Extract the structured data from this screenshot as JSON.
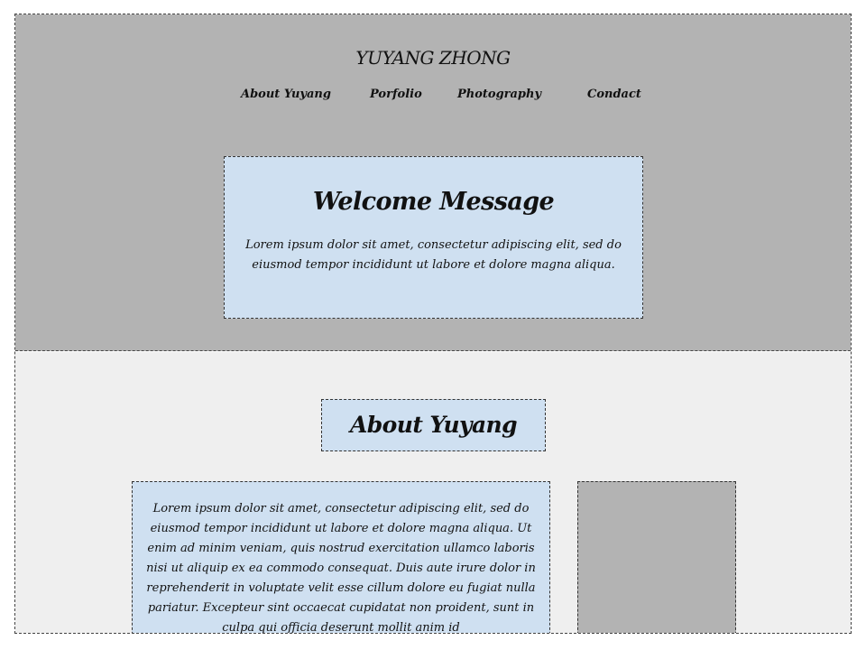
{
  "header": {
    "site_title": "YUYANG ZHONG"
  },
  "nav": {
    "items": [
      {
        "label": "About Yuyang"
      },
      {
        "label": "Porfolio"
      },
      {
        "label": "Photography"
      },
      {
        "label": "Condact"
      }
    ]
  },
  "welcome": {
    "title": "Welcome Message",
    "text": "Lorem ipsum dolor sit amet, consectetur adipiscing elit, sed do eiusmod tempor incididunt ut labore et dolore magna aliqua."
  },
  "about": {
    "heading": "About Yuyang",
    "text": "Lorem ipsum dolor sit amet, consectetur adipiscing elit, sed do eiusmod tempor incididunt ut labore et dolore magna aliqua. Ut enim ad minim veniam, quis nostrud exercitation ullamco laboris nisi ut aliquip ex ea commodo consequat. Duis aute irure dolor in reprehenderit in voluptate velit esse cillum dolore eu fugiat nulla pariatur. Excepteur sint occaecat cupidatat non proident, sunt in culpa qui officia deserunt mollit anim id"
  },
  "colors": {
    "hero_background": "#b3b3b3",
    "section_background": "#efefef",
    "box_fill": "#cfe0f1",
    "placeholder_fill": "#b3b3b3"
  }
}
